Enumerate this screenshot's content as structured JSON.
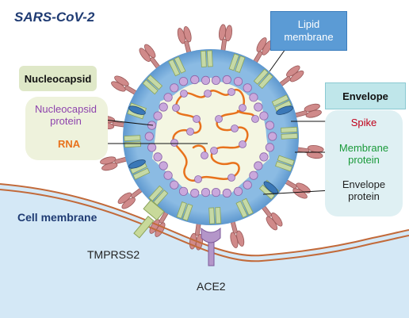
{
  "title": "SARS-CoV-2",
  "labels": {
    "lipid_membrane": [
      "Lipid",
      "membrane"
    ],
    "nucleocapsid_header": "Nucleocapsid",
    "nucleocapsid_protein": [
      "Nucleocapsid",
      "protein"
    ],
    "rna": "RNA",
    "envelope_header": "Envelope",
    "spike": "Spike",
    "membrane_protein": [
      "Membrane",
      "protein"
    ],
    "envelope_protein": [
      "Envelope",
      "protein"
    ],
    "cell_membrane": "Cell membrane",
    "tmprss2": "TMPRSS2",
    "ace2": "ACE2"
  },
  "colors": {
    "title": "#1f3b73",
    "lipid_layer": "#7fb2dc",
    "spike": "#d08a8a",
    "membrane_protein": "#c5d9a6",
    "envelope_protein": "#3b78b7",
    "nucleocapsid_protein": "#c9a8dc",
    "rna": "#e8721c",
    "nucleocapsid_text": "#8e44ad",
    "rna_text": "#e8721c",
    "spike_text": "#c0001a",
    "membrane_protein_text": "#1a9a3a",
    "cell_membrane": "#c26a3a",
    "cell_fill": "#d4e8f6",
    "tmprss2": "#c8d99a",
    "ace2": "#b496c9"
  }
}
